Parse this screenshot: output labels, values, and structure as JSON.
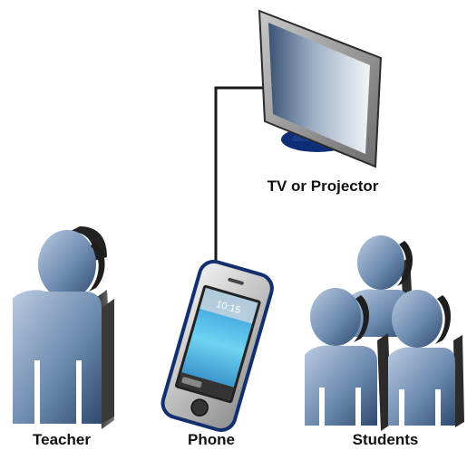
{
  "nodes": {
    "tv": {
      "label": "TV or Projector"
    },
    "teacher": {
      "label": "Teacher"
    },
    "phone": {
      "label": "Phone",
      "screen_time": "10:15"
    },
    "students": {
      "label": "Students"
    }
  },
  "colors": {
    "person_light": "#a9bdd6",
    "person_dark": "#2e4a6e",
    "person_shadow": "#1d1d1d",
    "tv_screen_light": "#f2f5f9",
    "tv_screen_dark": "#3a5374",
    "tv_stand": "#0e2f78",
    "phone_body": "#d8d8d8",
    "phone_rim": "#142f6e",
    "phone_screen": "#5fc6ec",
    "connector": "#1a1a1a"
  },
  "icons": [
    "tv-icon",
    "teacher-icon",
    "phone-icon",
    "students-icon"
  ]
}
